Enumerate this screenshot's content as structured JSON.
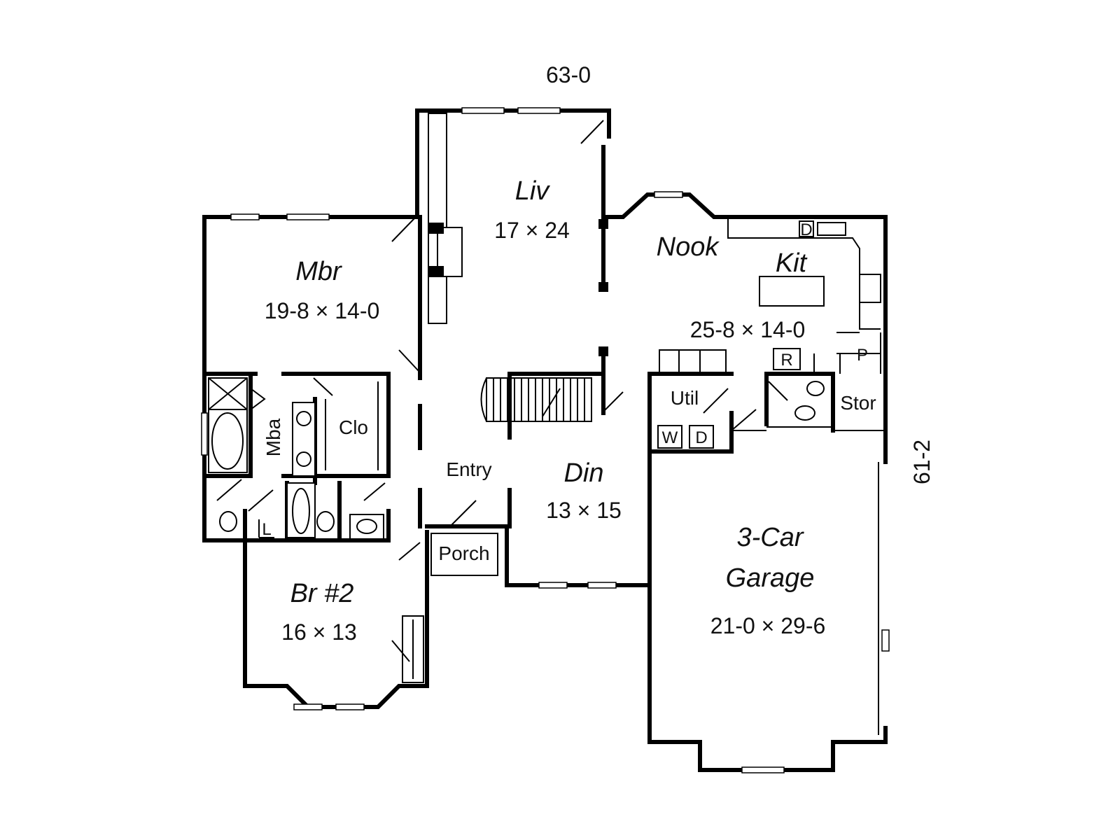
{
  "plan": {
    "overall_width": "63-0",
    "overall_depth": "61-2",
    "rooms": {
      "liv": {
        "name": "Liv",
        "size": "17 × 24"
      },
      "nook": {
        "name": "Nook"
      },
      "kit": {
        "name": "Kit",
        "size": "25-8 × 14-0"
      },
      "mbr": {
        "name": "Mbr",
        "size": "19-8 × 14-0"
      },
      "mba": {
        "name": "Mba"
      },
      "clo": {
        "name": "Clo"
      },
      "entry": {
        "name": "Entry"
      },
      "porch": {
        "name": "Porch"
      },
      "din": {
        "name": "Din",
        "size": "13 × 15"
      },
      "util": {
        "name": "Util"
      },
      "stor": {
        "name": "Stor"
      },
      "garage": {
        "name_line1": "3-Car",
        "name_line2": "Garage",
        "size": "21-0 × 29-6"
      },
      "br2": {
        "name": "Br #2",
        "size": "16 × 13"
      }
    },
    "fixtures": {
      "washer": "W",
      "dryer": "D",
      "refrigerator": "R",
      "pantry": "P",
      "dishwasher": "D",
      "linen": "L"
    }
  }
}
